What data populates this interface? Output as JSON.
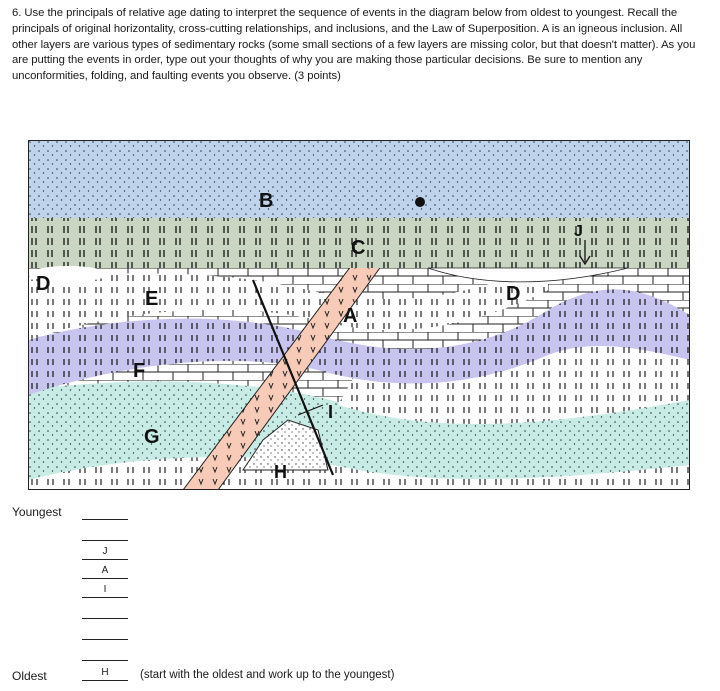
{
  "question": {
    "text": "6. Use the principals of relative age dating to interpret the sequence of events in the diagram below from oldest to youngest.  Recall the principals of original horizontality, cross-cutting relationships, and inclusions, and the Law of Superposition.  A is an igneous inclusion.  All other layers are various types of sedimentary rocks (some small sections of a few layers are missing color, but that doesn't matter).  As you are putting the events in order, type out your thoughts of why you are making those particular decisions.  Be sure to mention any unconformities, folding, and faulting events you observe. (3 points)"
  },
  "diagram": {
    "labels": {
      "A": "A",
      "B": "B",
      "C": "C",
      "D1": "D",
      "D2": "D",
      "E": "E",
      "F": "F",
      "G": "G",
      "H": "H",
      "I": "I",
      "J": "J"
    },
    "colors": {
      "B": "#bfd4ea",
      "C": "#c9d6c1",
      "F": "#c7c5ef",
      "G": "#c8ebe6",
      "A": "#f7cbb8",
      "limestone": "#ffffff"
    }
  },
  "ordering": {
    "youngest_label": "Youngest",
    "oldest_label": "Oldest",
    "answers": [
      "",
      "",
      "J",
      "A",
      "I",
      "",
      "",
      "",
      "H"
    ],
    "note": "(start with the oldest and work up to the youngest)"
  }
}
